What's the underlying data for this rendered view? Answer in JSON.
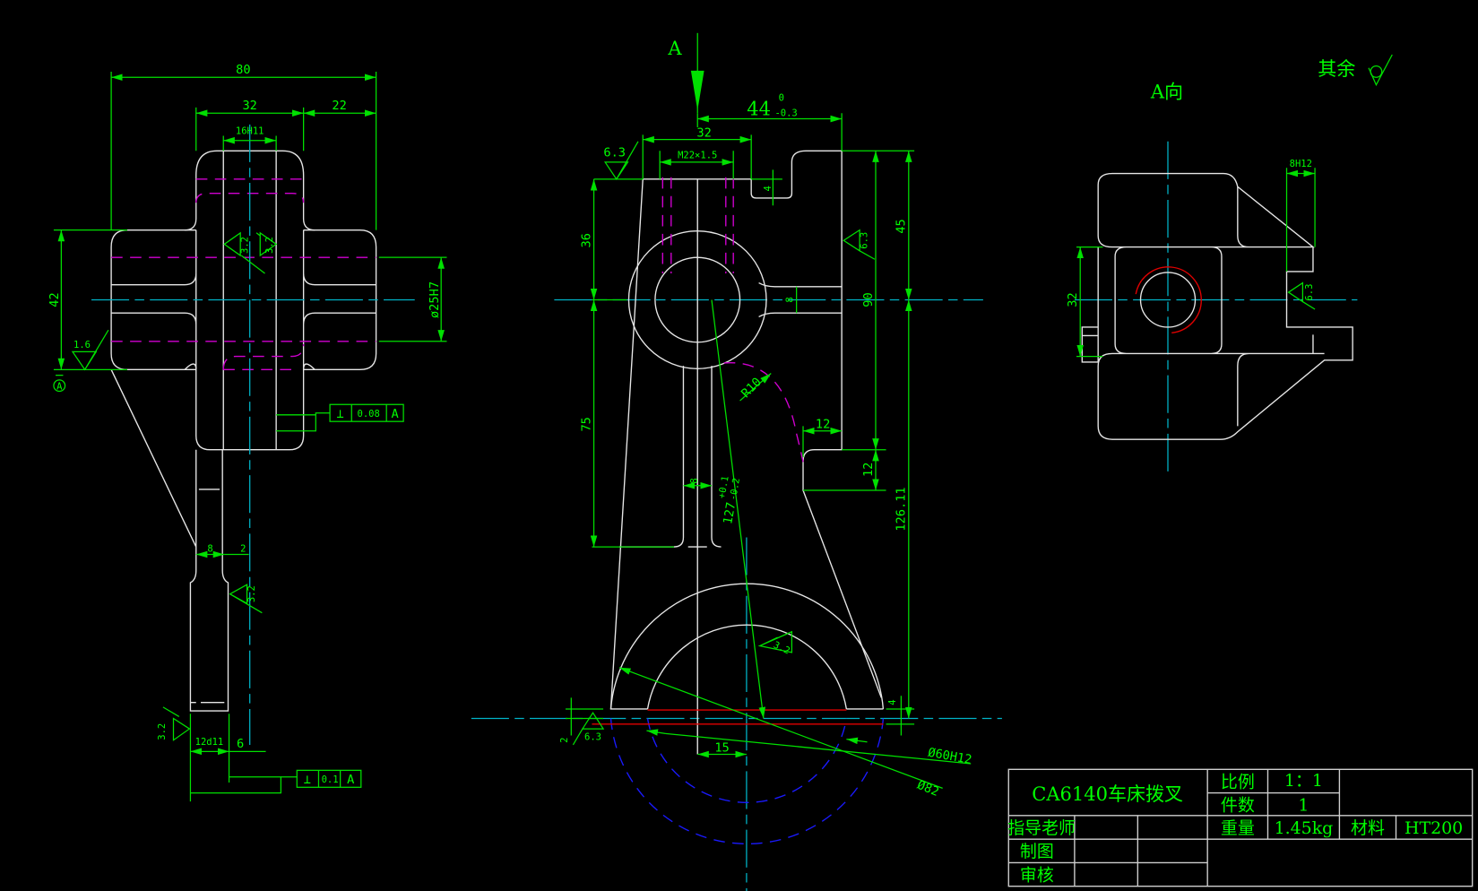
{
  "drawing": {
    "view_label_a": "A",
    "view_label_a_direction": "A向",
    "remaining_roughness_label": "其余",
    "datum_label": "A"
  },
  "left_view": {
    "dims": {
      "overall_width": "80",
      "hub_width": "32",
      "flange_offset": "22",
      "slot_width": "16H11",
      "height": "42",
      "bore": "ø25H7",
      "stem_width": "8",
      "stem_offset": "2",
      "fork_width": "12d11",
      "fork_offset": "6"
    },
    "roughness": [
      "3.2",
      "3.2",
      "1.6",
      "3.2",
      "3.2"
    ],
    "fcf_top": {
      "symbol": "⊥",
      "tolerance": "0.08",
      "datum": "A"
    },
    "fcf_bottom": {
      "symbol": "⊥",
      "tolerance": "0.1",
      "datum": "A"
    }
  },
  "front_view": {
    "dims": {
      "top_width_main": "44",
      "top_width_tol_upper": "0",
      "top_width_tol_lower": "-0.3",
      "top_32": "32",
      "thread": "M22×1.5",
      "notch_depth": "4",
      "upper_height": "36",
      "lower_height": "75",
      "right_45": "45",
      "right_90": "90",
      "gap_8": "8",
      "radius": "R10",
      "step_width": "12",
      "step_height": "12",
      "total_height": "126.11",
      "center_distance": "127",
      "center_tol_upper": "+0.1",
      "center_tol_lower": "-0.2",
      "rib_8": "8",
      "offset_15": "15",
      "inner_dia": "Ø60H12",
      "outer_dia": "Ø82",
      "bottom_4": "4",
      "bottom_2": "2"
    },
    "roughness": [
      "6.3",
      "6.3",
      "6.3",
      "3.2"
    ]
  },
  "side_view": {
    "dims": {
      "slot": "8H12",
      "height": "32"
    },
    "roughness": [
      "6.3"
    ]
  },
  "title_block": {
    "title": "CA6140车床拨叉",
    "scale_label": "比例",
    "scale_value": "1：1",
    "quantity_label": "件数",
    "quantity_value": "1",
    "instructor_label": "指导老师",
    "weight_label": "重量",
    "weight_value": "1.45kg",
    "material_label": "材料",
    "material_value": "HT200",
    "drawn_label": "制图",
    "checked_label": "审核"
  },
  "colors": {
    "background": "#000000",
    "outline": "#e6e6e6",
    "dimension": "#00e000",
    "centerline": "#00b4c8",
    "hidden": "#d000d0",
    "phantom": "#1a1aff",
    "highlight": "#e00000"
  }
}
